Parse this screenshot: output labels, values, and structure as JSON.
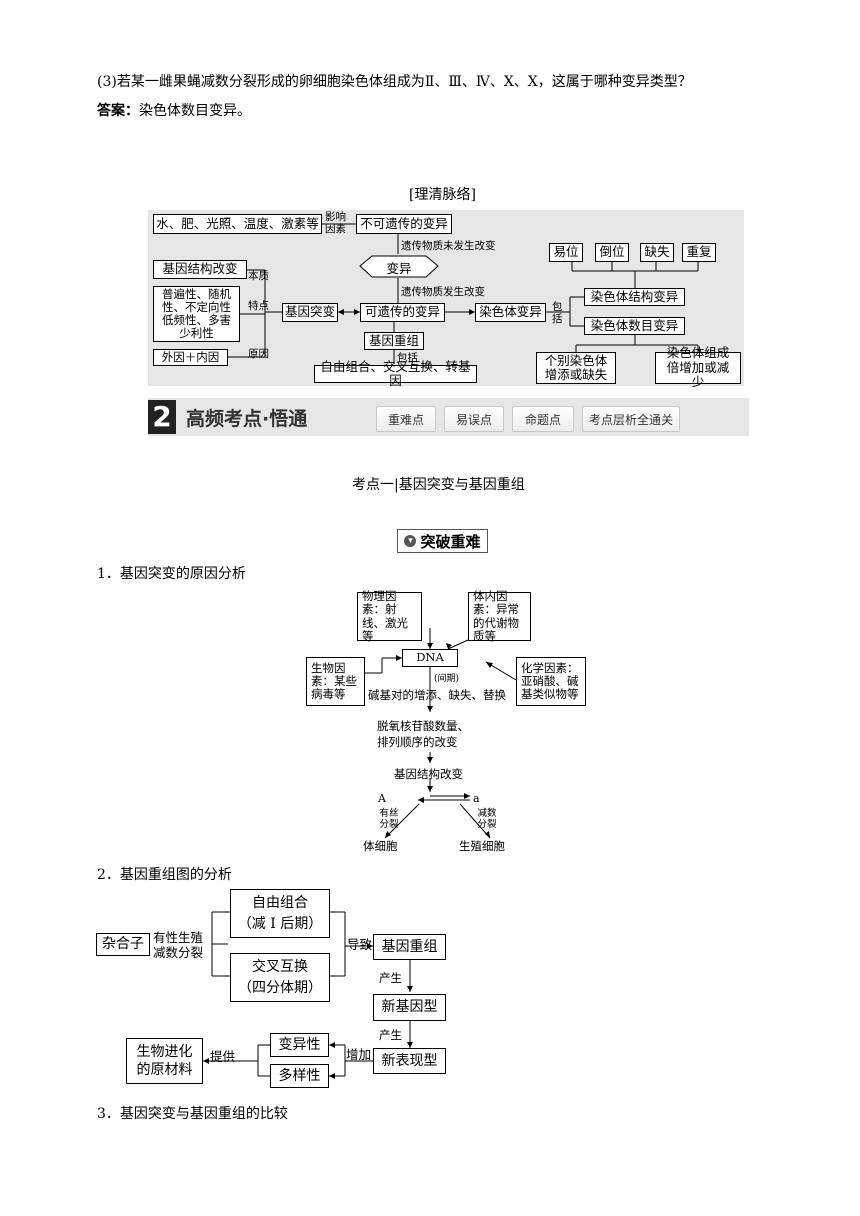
{
  "question": {
    "text": "(3)若某一雌果蝇减数分裂形成的卵细胞染色体组成为Ⅱ、Ⅲ、Ⅳ、X、X，这属于哪种变异类型？",
    "answer_label": "答案：",
    "answer_text": "染色体数目变异。"
  },
  "section_title": "[理清脉络]",
  "mindmap": {
    "env": "水、肥、光照、温度、激素等",
    "influence": "影响因素",
    "nonheritable": "不可遗传的变异",
    "no_change": "遗传物质未发生改变",
    "variation": "变异",
    "changed": "遗传物质发生改变",
    "heritable": "可遗传的变异",
    "gene_structure": "基因结构改变",
    "essence": "本质",
    "features": "普遍性、随机性、不定向性低频性、多害少利性",
    "feature_label": "特点",
    "causes": "外因＋内因",
    "cause_label": "原因",
    "mutation": "基因突变",
    "recomb": "基因重组",
    "include_label": "包括",
    "recomb_types": "自由组合、交叉互换、转基因",
    "chrom_var": "染色体变异",
    "include_label2": "包括",
    "chrom_struct": "染色体结构变异",
    "chrom_number": "染色体数目变异",
    "struct_types": [
      "易位",
      "倒位",
      "缺失",
      "重复"
    ],
    "individual": "个别染色体增添或缺失",
    "set": "染色体组成倍增加或减少"
  },
  "banner": {
    "number": "2",
    "title": "高频考点·悟通",
    "tabs": [
      "重难点",
      "易误点",
      "命题点",
      "考点层析全通关"
    ]
  },
  "kaodian": "考点一|基因突变与基因重组",
  "tupo": "突破重难",
  "h1": "1．基因突变的原因分析",
  "fig1": {
    "physical": "物理因素：射线、激光等",
    "internal": "体内因素：异常的代谢物质等",
    "biological": "生物因素：某些病毒等",
    "chemical": "化学因素：亚硝酸、碱基类似物等",
    "dna": "DNA",
    "interphase": "(间期)",
    "base_change": "碱基对的增添、缺失、替换",
    "deoxy": "脱氧核苷酸数量、排列顺序的改变",
    "gene_change": "基因结构改变",
    "A": "A",
    "a": "a",
    "mitosis": "有丝分裂",
    "meiosis": "减数分裂",
    "somatic": "体细胞",
    "germ": "生殖细胞"
  },
  "h2": "2．基因重组图的分析",
  "fig2": {
    "hetero": "杂合子",
    "sexual": "有性生殖减数分裂",
    "free1": "自由组合",
    "free2": "（减 Ⅰ 后期）",
    "cross1": "交叉互换",
    "cross2": "（四分体期）",
    "lead": "导致",
    "recomb": "基因重组",
    "produce1": "产生",
    "genotype": "新基因型",
    "produce2": "产生",
    "phenotype": "新表现型",
    "increase": "增加",
    "variability": "变异性",
    "diversity": "多样性",
    "provide": "提供",
    "evo1": "生物进化",
    "evo2": "的原材料"
  },
  "h3": "3．基因突变与基因重组的比较"
}
